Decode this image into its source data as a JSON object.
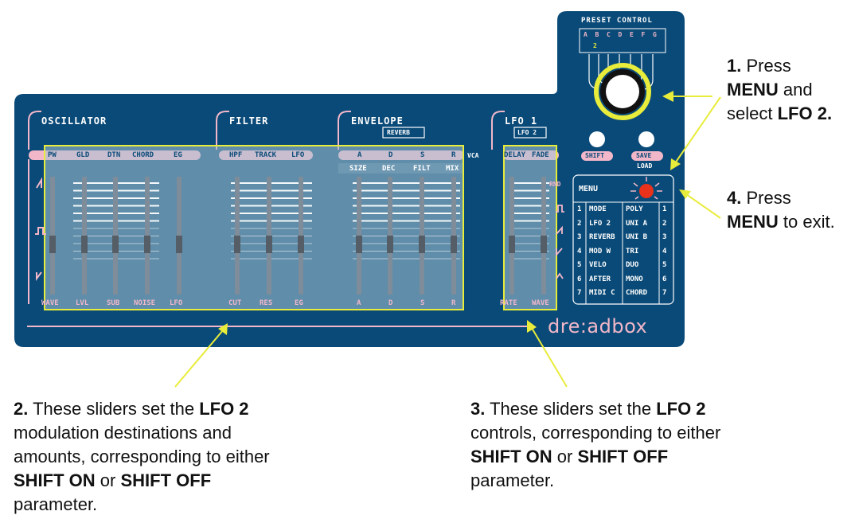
{
  "sections": {
    "oscillator": "OSCILLATOR",
    "filter": "FILTER",
    "envelope": "ENVELOPE",
    "envelope_alt": "REVERB",
    "lfo1": "LFO 1",
    "lfo1_alt": "LFO 2",
    "vca": "VCA"
  },
  "osc_top_labels": [
    "PW",
    "GLD",
    "DTN",
    "CHORD",
    "EG"
  ],
  "osc_bottom_labels": [
    "WAVE",
    "LVL",
    "SUB",
    "NOISE",
    "LFO"
  ],
  "filter_top_labels": [
    "HPF",
    "TRACK",
    "LFO"
  ],
  "filter_bottom_labels": [
    "CUT",
    "RES",
    "EG"
  ],
  "env_top_labels": [
    "A",
    "D",
    "S",
    "R"
  ],
  "env_alt_labels": [
    "SIZE",
    "DEC",
    "FILT",
    "MIX"
  ],
  "env_bottom_labels": [
    "A",
    "D",
    "S",
    "R"
  ],
  "lfo_top_labels": [
    "DELAY",
    "FADE"
  ],
  "lfo_bottom_labels": [
    "RATE",
    "WAVE"
  ],
  "lfo_rnd": "RND",
  "preset": {
    "title": "PRESET CONTROL",
    "letters": [
      "A",
      "B",
      "C",
      "D",
      "E",
      "F",
      "G"
    ],
    "selected_number": "2"
  },
  "buttons": {
    "shift": "SHIFT",
    "save": "SAVE",
    "load": "LOAD"
  },
  "menu": {
    "title": "MENU",
    "rows": [
      {
        "n": "1",
        "left": "MODE",
        "right": "POLY",
        "rn": "1"
      },
      {
        "n": "2",
        "left": "LFO 2",
        "right": "UNI A",
        "rn": "2"
      },
      {
        "n": "3",
        "left": "REVERB",
        "right": "UNI B",
        "rn": "3"
      },
      {
        "n": "4",
        "left": "MOD W",
        "right": "TRI",
        "rn": "4"
      },
      {
        "n": "5",
        "left": "VELO",
        "right": "DUO",
        "rn": "5"
      },
      {
        "n": "6",
        "left": "AFTER",
        "right": "MONO",
        "rn": "6"
      },
      {
        "n": "7",
        "left": "MIDI C",
        "right": "CHORD",
        "rn": "7"
      }
    ]
  },
  "brand": "dre:adbox",
  "annotations": {
    "a1": {
      "num": "1.",
      "t1": "Press",
      "b1": "MENU",
      "t2": "and",
      "t3": "select",
      "b2": "LFO 2."
    },
    "a4": {
      "num": "4.",
      "t1": "Press",
      "b1": "MENU",
      "t2": "to exit."
    },
    "a2": {
      "num": "2.",
      "t1": "These sliders set the",
      "b1": "LFO 2",
      "l2": "modulation destinations and",
      "l3": "amounts, corresponding to either",
      "b2": "SHIFT ON",
      "or": "or",
      "b3": "SHIFT OFF",
      "l5": "parameter."
    },
    "a3": {
      "num": "3.",
      "t1": "These sliders set the",
      "b1": "LFO 2",
      "l2": "controls, corresponding to either",
      "b2": "SHIFT ON",
      "or": "or",
      "b3": "SHIFT OFF",
      "l4": "parameter."
    }
  },
  "colors": {
    "panel": "#0a4a78",
    "pink": "#f2b7c9",
    "highlight": "#e8ec3a",
    "led": "#e8321c"
  }
}
